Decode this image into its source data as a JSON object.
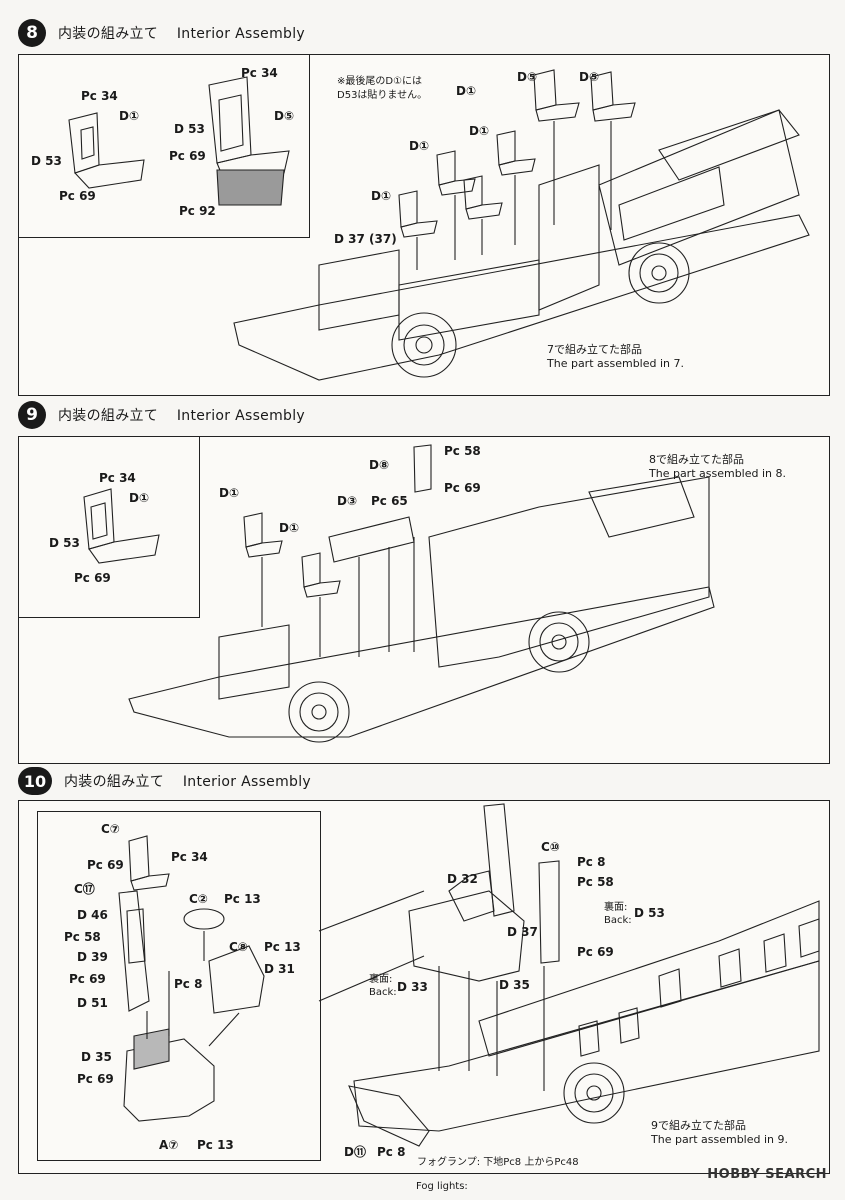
{
  "steps": [
    {
      "num": "8",
      "title_ja": "内装の組み立て",
      "title_en": "Interior Assembly",
      "ref_ja": "7で組み立てた部品",
      "ref_en": "The part assembled in 7."
    },
    {
      "num": "9",
      "title_ja": "内装の組み立て",
      "title_en": "Interior Assembly",
      "ref_ja": "8で組み立てた部品",
      "ref_en": "The part assembled in 8."
    },
    {
      "num": "10",
      "title_ja": "内装の組み立て",
      "title_en": "Interior Assembly",
      "ref_ja": "9で組み立てた部品",
      "ref_en": "The part assembled in 9."
    }
  ],
  "step8": {
    "note_line1": "※最後尾のD①には",
    "note_line2": "D53は貼りません。",
    "labels": {
      "pc34_a": "Pc 34",
      "d1_inset": "D①",
      "d53_a": "D 53",
      "pc69_a": "Pc 69",
      "pc34_b": "Pc 34",
      "d53_b": "D 53",
      "d5_inset": "D⑤",
      "pc69_b": "Pc 69",
      "pc92": "Pc 92",
      "d5_left": "D⑤",
      "d5_right": "D⑤",
      "d1_a": "D①",
      "d1_b": "D①",
      "d1_c": "D①",
      "d1_d": "D①",
      "d37": "D 37 (37)"
    }
  },
  "step9": {
    "labels": {
      "pc34": "Pc 34",
      "d1_inset": "D①",
      "d53": "D 53",
      "pc69": "Pc 69",
      "d8": "D⑧",
      "pc58": "Pc 58",
      "pc69_b": "Pc 69",
      "d3": "D③",
      "pc65": "Pc 65",
      "d1_a": "D①",
      "d1_b": "D①"
    }
  },
  "step10": {
    "labels": {
      "c7": "C⑦",
      "pc69": "Pc 69",
      "pc34": "Pc 34",
      "c17": "C⑰",
      "d46": "D 46",
      "pc58": "Pc 58",
      "d39": "D 39",
      "pc69_b": "Pc 69",
      "d51": "D 51",
      "pc8": "Pc 8",
      "c2": "C②",
      "pc13": "Pc 13",
      "c8": "C⑧",
      "pc13_b": "Pc 13",
      "d31": "D 31",
      "d35": "D 35",
      "pc69_c": "Pc 69",
      "a7": "A⑦",
      "pc13_c": "Pc 13",
      "d32": "D 32",
      "d37": "D 37",
      "d35_b": "D 35",
      "back_ja": "裏面:",
      "back_en": "Back:",
      "d33": "D 33",
      "c10": "C⑩",
      "pc8_b": "Pc 8",
      "pc58_b": "Pc 58",
      "back2_ja": "裏面:",
      "back2_en": "Back:",
      "d53": "D 53",
      "pc69_d": "Pc 69",
      "d11": "D⑪",
      "pc8_c": "Pc 8",
      "fog_ja": "フォグランプ: 下地Pc8 上からPc48",
      "fog_en": "Fog lights:"
    }
  },
  "watermark": "HOBBY SEARCH"
}
